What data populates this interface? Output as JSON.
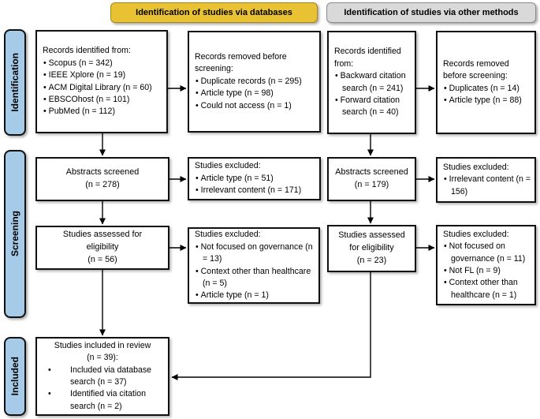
{
  "headers": {
    "databases": "Identification of studies via databases",
    "other_methods": "Identification of studies via other methods"
  },
  "stages": {
    "identification": "Identification",
    "screening": "Screening",
    "included": "Included"
  },
  "boxes": {
    "db_records_identified": {
      "title": "Records identified from:",
      "items": [
        "Scopus (n = 342)",
        "IEEE Xplore (n = 19)",
        "ACM Digital Library (n = 60)",
        "EBSCOhost (n = 101)",
        "PubMed (n = 112)"
      ]
    },
    "db_records_removed": {
      "title": "Records removed before screening:",
      "items": [
        "Duplicate records (n = 295)",
        "Article type (n = 98)",
        "Could not access (n = 1)"
      ]
    },
    "other_records_identified": {
      "title": "Records identified from:",
      "items": [
        "Backward citation search (n = 241)",
        "Forward citation search (n = 40)"
      ]
    },
    "other_records_removed": {
      "title": "Records removed before screening:",
      "items": [
        "Duplicates (n = 14)",
        "Article type (n = 88)"
      ]
    },
    "db_abstracts_screened": {
      "text": "Abstracts screened\n(n = 278)"
    },
    "db_abstracts_excluded": {
      "title": "Studies excluded:",
      "items": [
        "Article type  (n = 51)",
        "Irrelevant content (n = 171)"
      ]
    },
    "other_abstracts_screened": {
      "text": "Abstracts screened\n(n = 179)"
    },
    "other_abstracts_excluded": {
      "title": "Studies excluded:",
      "items": [
        "Irrelevant content (n = 156)"
      ]
    },
    "db_eligibility": {
      "text": "Studies assessed for\neligibility\n(n = 56)"
    },
    "db_eligibility_excluded": {
      "title": "Studies excluded:",
      "items": [
        "Not focused on governance (n = 13)",
        "Context other than healthcare (n = 5)",
        "Article type (n = 1)"
      ]
    },
    "other_eligibility": {
      "text": "Studies assessed\nfor eligibility\n(n = 23)"
    },
    "other_eligibility_excluded": {
      "title": "Studies excluded:",
      "items": [
        "Not focused on governance (n = 11)",
        "Not FL (n = 9)",
        "Context other than healthcare (n = 1)"
      ]
    },
    "included_review": {
      "title": "Studies included in review\n(n = 39):",
      "items": [
        "Included via database search (n = 37)",
        "Identified via citation search  (n = 2)"
      ]
    }
  },
  "colors": {
    "databases_header_fill": "#e8c233",
    "other_methods_header_fill": "#d9d9d9",
    "stage_label_fill": "#a6cbe8",
    "box_border": "#111111",
    "arrow": "#000000"
  }
}
